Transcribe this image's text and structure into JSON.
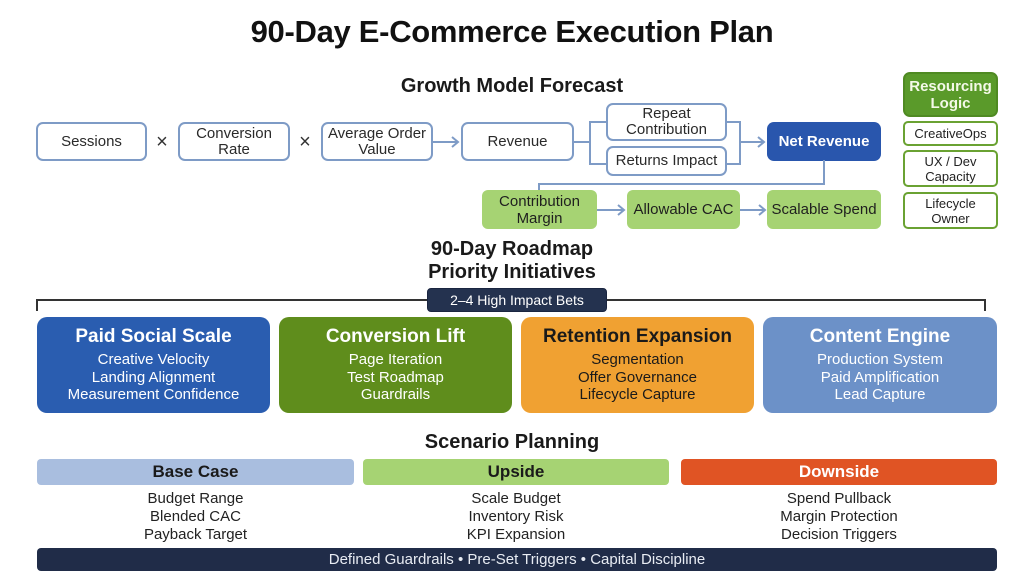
{
  "title": "90-Day E-Commerce Execution Plan",
  "growth_model": {
    "heading": "Growth Model Forecast",
    "operators": [
      "×",
      "×"
    ],
    "inputs": [
      {
        "label": "Sessions"
      },
      {
        "label": "Conversion Rate"
      },
      {
        "label": "Average Order Value"
      }
    ],
    "revenue": "Revenue",
    "adjustments": [
      "Repeat Contribution",
      "Returns Impact"
    ],
    "net_revenue": "Net Revenue",
    "downstream": [
      "Contribution Margin",
      "Allowable CAC",
      "Scalable Spend"
    ],
    "colors": {
      "box_border": "#7e9bc6",
      "net_revenue": "#2956ad",
      "green": "#a6d373"
    }
  },
  "resourcing": {
    "heading": "Resourcing Logic",
    "items": [
      "CreativeOps",
      "UX / Dev Capacity",
      "Lifecycle Owner"
    ],
    "color": "#5a9a2a"
  },
  "roadmap": {
    "heading_line1": "90-Day Roadmap",
    "heading_line2": "Priority Initiatives",
    "badge": "2–4 High Impact Bets",
    "initiatives": [
      {
        "title": "Paid Social Scale",
        "items": [
          "Creative Velocity",
          "Landing Alignment",
          "Measurement Confidence"
        ],
        "color": "#2a5db0",
        "text_color": "#ffffff"
      },
      {
        "title": "Conversion Lift",
        "items": [
          "Page Iteration",
          "Test Roadmap",
          "Guardrails"
        ],
        "color": "#5f8d1c",
        "text_color": "#ffffff"
      },
      {
        "title": "Retention Expansion",
        "items": [
          "Segmentation",
          "Offer Governance",
          "Lifecycle Capture"
        ],
        "color": "#f0a132",
        "text_color": "#1a1a1a"
      },
      {
        "title": "Content Engine",
        "items": [
          "Production System",
          "Paid Amplification",
          "Lead Capture"
        ],
        "color": "#6c91c8",
        "text_color": "#ffffff"
      }
    ]
  },
  "scenarios": {
    "heading": "Scenario Planning",
    "cases": [
      {
        "title": "Base Case",
        "items": [
          "Budget Range",
          "Blended CAC",
          "Payback Target"
        ],
        "color": "#a9bedf",
        "text_color": "#1a1a1a"
      },
      {
        "title": "Upside",
        "items": [
          "Scale Budget",
          "Inventory Risk",
          "KPI Expansion"
        ],
        "color": "#a6d373",
        "text_color": "#1a1a1a"
      },
      {
        "title": "Downside",
        "items": [
          "Spend Pullback",
          "Margin Protection",
          "Decision Triggers"
        ],
        "color": "#e05424",
        "text_color": "#ffffff"
      }
    ],
    "footer": "Defined Guardrails • Pre-Set Triggers • Capital Discipline"
  }
}
